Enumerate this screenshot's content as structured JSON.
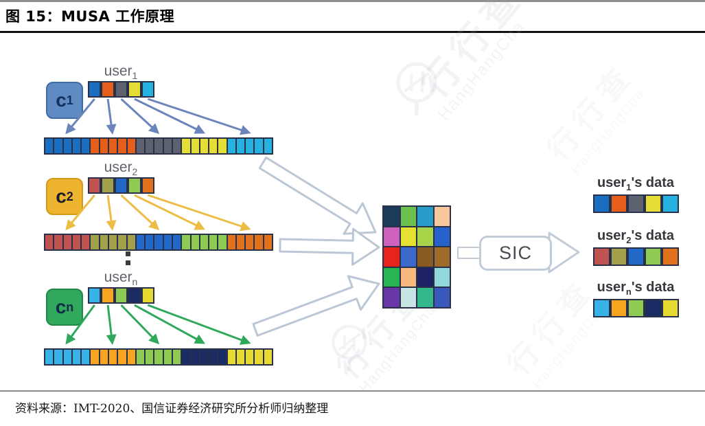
{
  "figure": {
    "title": "图 15：MUSA 工作原理",
    "source": "资料来源：IMT-2020、国信证券经济研究所分析师归纳整理"
  },
  "watermark": {
    "brand": "行行查",
    "brand_latin": "HangHangCha"
  },
  "users": [
    {
      "label_base": "user",
      "label_sub": "1",
      "code_base": "c",
      "code_sub": "1",
      "code_box_fill": "#5f8ac2",
      "code_box_border": "#3f6ba6",
      "code_text_color": "#15315e",
      "arrow_color": "#6b84bb",
      "symbol_colors": [
        "#1a6ec0",
        "#e55f1a",
        "#5d6170",
        "#e3dd35",
        "#27b1e0"
      ],
      "spread_repeat": 5
    },
    {
      "label_base": "user",
      "label_sub": "2",
      "code_base": "c",
      "code_sub": "2",
      "code_box_fill": "#eeb42f",
      "code_box_border": "#d29a18",
      "code_text_color": "#1a1a2e",
      "arrow_color": "#ecbd44",
      "symbol_colors": [
        "#c15352",
        "#a2a04b",
        "#2268c8",
        "#8fca52",
        "#e2711c"
      ],
      "spread_repeat": 5
    },
    {
      "label_base": "user",
      "label_sub": "n",
      "code_base": "c",
      "code_sub": "n",
      "code_box_fill": "#31a85c",
      "code_box_border": "#1e8a46",
      "code_text_color": "#0f2a4a",
      "arrow_color": "#2fa85c",
      "symbol_colors": [
        "#38b3e8",
        "#f7a420",
        "#8fca52",
        "#1b2b63",
        "#e6da33"
      ],
      "spread_repeat": 5
    }
  ],
  "ellipsis_dots": 2,
  "matrix": {
    "rows": [
      [
        "#1d3a5a",
        "#6cc04e",
        "#2a9ac8",
        "#f8c89c"
      ],
      [
        "#cf62be",
        "#e6e032",
        "#a8d44a",
        "#2562cc"
      ],
      [
        "#e8231c",
        "#3a68cc",
        "#8a5a24",
        "#a06b2a"
      ],
      [
        "#28b452",
        "#f8b87e",
        "#1e2264",
        "#92d8da"
      ],
      [
        "#6838a8",
        "#c8e4e4",
        "#32b88a",
        "#3a58bc"
      ]
    ]
  },
  "sic": {
    "label": "SIC"
  },
  "outputs": [
    {
      "label_base": "user",
      "label_sub": "1",
      "label_suffix": "'s data",
      "colors": [
        "#1a6ec0",
        "#e55f1a",
        "#5d6170",
        "#e3dd35",
        "#27b1e0"
      ]
    },
    {
      "label_base": "user",
      "label_sub": "2",
      "label_suffix": "'s data",
      "colors": [
        "#c15352",
        "#a2a04b",
        "#2268c8",
        "#8fca52",
        "#e2711c"
      ]
    },
    {
      "label_base": "user",
      "label_sub": "n",
      "label_suffix": "'s data",
      "colors": [
        "#38b3e8",
        "#f7a420",
        "#8fca52",
        "#1b2b63",
        "#e6da33"
      ]
    }
  ]
}
